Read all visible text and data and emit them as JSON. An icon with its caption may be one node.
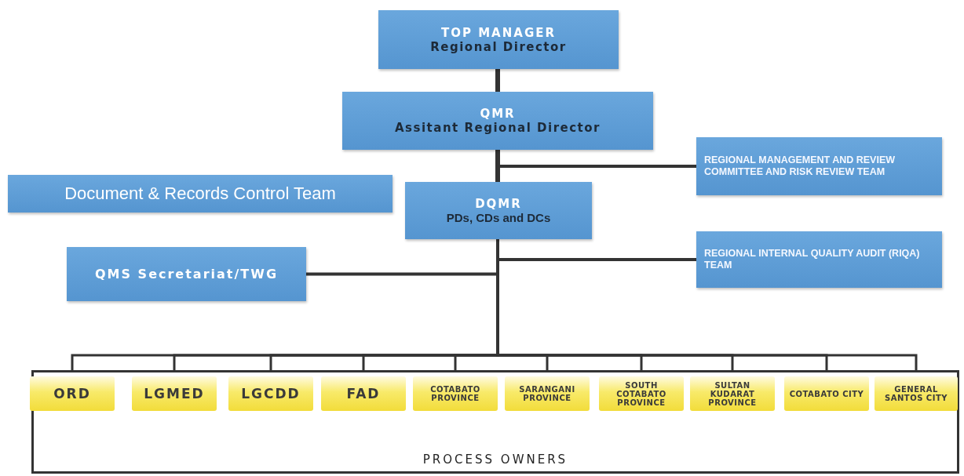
{
  "diagram": {
    "nodes": [
      {
        "text": [
          "TOP MANAGER",
          "Regional Director"
        ]
      },
      {
        "text": [
          "QMR",
          "Assitant Regional Director"
        ]
      },
      {
        "text": [
          "REGIONAL MANAGEMENT AND REVIEW COMMITTEE AND RISK REVIEW TEAM"
        ]
      },
      {
        "text": [
          "Document & Records  Control Team"
        ]
      },
      {
        "text": [
          "DQMR",
          "PDs, CDs and DCs"
        ]
      },
      {
        "text": [
          "QMS Secretariat/TWG"
        ]
      },
      {
        "text": [
          "REGIONAL INTERNAL QUALITY AUDIT (RIQA) TEAM"
        ]
      },
      {
        "text": [
          "PROCESS OWNERS"
        ]
      },
      {
        "text": [
          "ORD"
        ],
        "in": 7
      },
      {
        "text": [
          "LGMED"
        ],
        "in": 7
      },
      {
        "text": [
          "LGCDD"
        ],
        "in": 7
      },
      {
        "text": [
          "FAD"
        ],
        "in": 7
      },
      {
        "text": [
          "COTABATO PROVINCE"
        ],
        "in": 7
      },
      {
        "text": [
          "SARANGANI PROVINCE"
        ],
        "in": 7
      },
      {
        "text": [
          "SOUTH COTABATO PROVINCE"
        ],
        "in": 7
      },
      {
        "text": [
          "SULTAN KUDARAT PROVINCE"
        ],
        "in": 7
      },
      {
        "text": [
          "COTABATO CITY"
        ],
        "in": 7
      },
      {
        "text": [
          "GENERAL SANTOS CITY"
        ],
        "in": 7
      }
    ],
    "edges": [
      {
        "from": 0,
        "to": 1,
        "arrow": "none",
        "style": "thick"
      },
      {
        "from": 1,
        "to": 4,
        "arrow": "none",
        "style": "thick"
      },
      {
        "from": 1,
        "to": 2,
        "arrow": "none"
      },
      {
        "from": 4,
        "to": 6,
        "arrow": "none"
      },
      {
        "from": 4,
        "to": 5,
        "arrow": "none"
      },
      {
        "from": 4,
        "to": 8,
        "arrow": "none"
      },
      {
        "from": 4,
        "to": 9,
        "arrow": "none"
      },
      {
        "from": 4,
        "to": 10,
        "arrow": "none"
      },
      {
        "from": 4,
        "to": 11,
        "arrow": "none"
      },
      {
        "from": 4,
        "to": 12,
        "arrow": "none"
      },
      {
        "from": 4,
        "to": 13,
        "arrow": "none"
      },
      {
        "from": 4,
        "to": 14,
        "arrow": "none"
      },
      {
        "from": 4,
        "to": 15,
        "arrow": "none"
      },
      {
        "from": 4,
        "to": 16,
        "arrow": "none"
      },
      {
        "from": 4,
        "to": 17,
        "arrow": "none"
      }
    ]
  }
}
